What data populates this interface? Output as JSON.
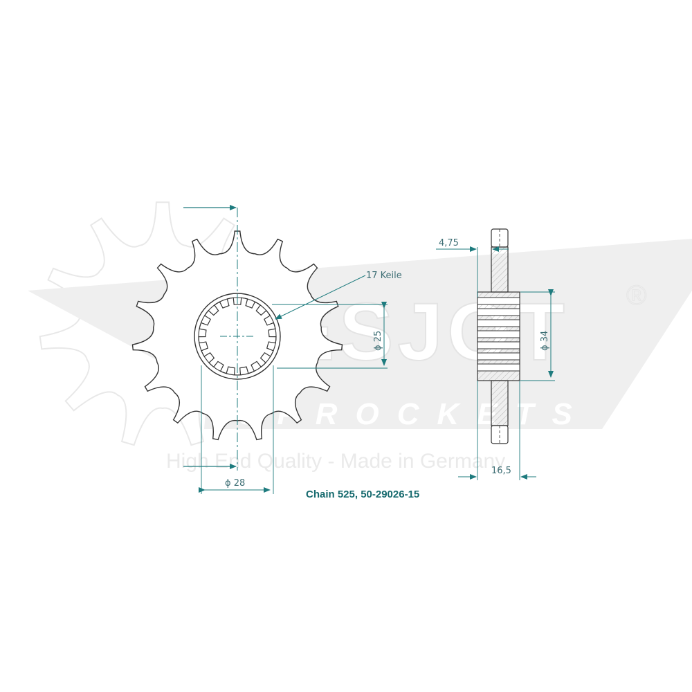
{
  "watermark": {
    "brand": "ESJOT",
    "registered": "®",
    "subbrand": "SPROCKETS",
    "tagline": "High End Quality - Made in Germany"
  },
  "labels": {
    "splines": "17 Keile",
    "dia_inner": "ϕ 25",
    "dia_hub": "ϕ 34",
    "dia_bore": "ϕ 28",
    "offset": "4,75",
    "width": "16,5"
  },
  "caption": "Chain 525, 50-29026-15",
  "colors": {
    "line": "#333333",
    "dimension": "#1e7b7e",
    "caption": "#166a6e",
    "watermark": "#e6e6e6"
  }
}
